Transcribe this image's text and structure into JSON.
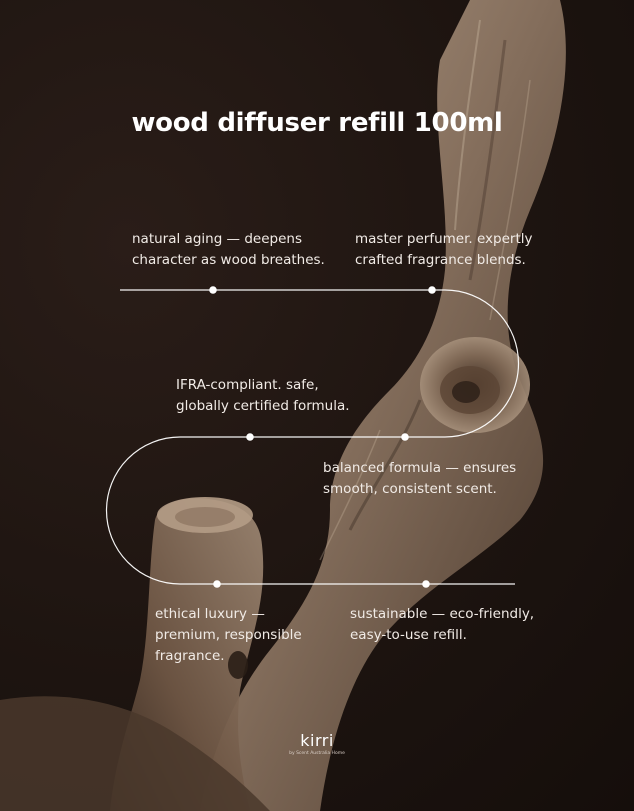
{
  "title": "wood diffuser refill 100ml",
  "features": [
    {
      "line1": "natural aging — deepens",
      "line2": "character as wood breathes."
    },
    {
      "line1": "master perfumer. expertly",
      "line2": "crafted fragrance blends."
    },
    {
      "line1": "IFRA-compliant. safe,",
      "line2": "globally certified formula."
    },
    {
      "line1": "balanced formula — ensures",
      "line2": "smooth, consistent scent."
    },
    {
      "line1": "ethical luxury —",
      "line2": "premium, responsible",
      "line3": "fragrance."
    },
    {
      "line1": "sustainable — eco-friendly,",
      "line2": "easy-to-use refill."
    }
  ],
  "brand": {
    "name": "kirri",
    "tagline": "by Scent Australia Home"
  },
  "colors": {
    "background": "#1f1511",
    "wood_light": "#a48d78",
    "wood_dark": "#5a4535",
    "text": "#f3ece6",
    "line": "#ffffff"
  }
}
